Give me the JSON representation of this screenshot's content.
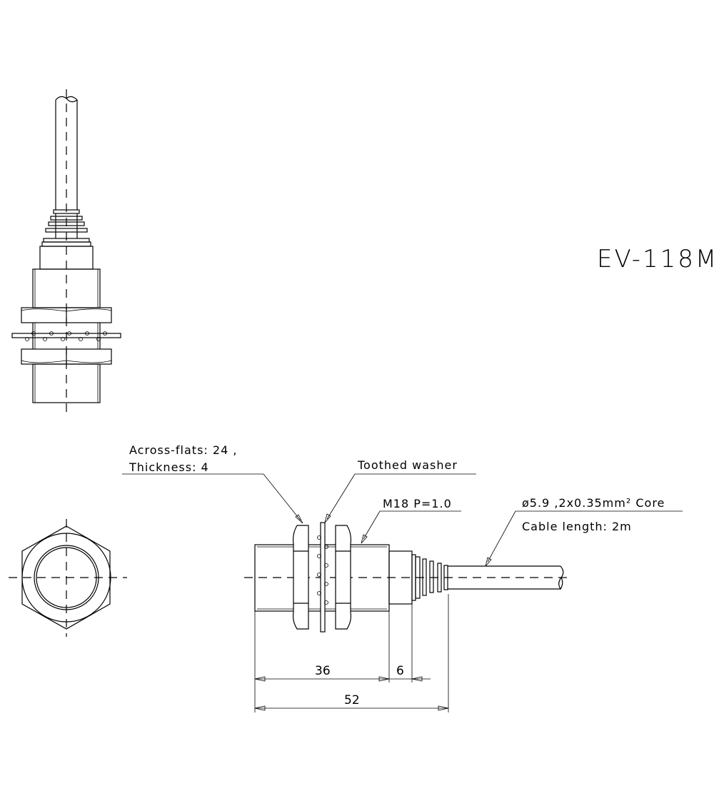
{
  "drawing": {
    "model": "EV-118M",
    "views": [
      "side-view-vertical",
      "front-view-hex",
      "side-view-horizontal"
    ],
    "annotations": {
      "nut": {
        "line1": "Across-flats: 24  ,",
        "line2": "Thickness: 4"
      },
      "washer": "Toothed  washer",
      "thread": "M18  P=1.0",
      "cable": {
        "line1": "ø5.9  ,2x0.35mm² Core",
        "line2": "Cable length: 2m"
      }
    },
    "dimensions": {
      "body_length": "36",
      "gland_length": "6",
      "total_length": "52"
    },
    "colors": {
      "line": "#000000",
      "background": "#ffffff"
    }
  }
}
